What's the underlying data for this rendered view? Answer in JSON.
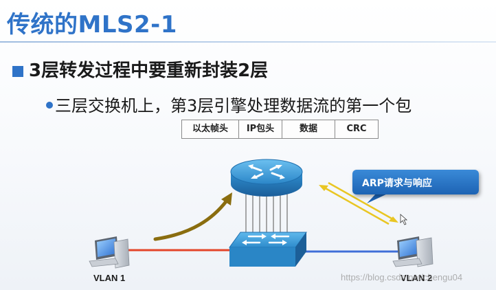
{
  "slide": {
    "title": "传统的MLS2-1",
    "bullet_main": "3层转发过程中要重新封装2层",
    "bullet_sub": "三层交换机上，第3层引擎处理数据流的第一个包"
  },
  "frame_fields": [
    "以太帧头",
    "IP包头",
    "数据",
    "CRC"
  ],
  "callout": {
    "text": "ARP请求与响应"
  },
  "hosts": [
    {
      "label": "VLAN 1"
    },
    {
      "label": "VLAN 2"
    }
  ],
  "watermark": "https://blog.csdn.net/chengu04",
  "colors": {
    "title": "#2f73c8",
    "vlan1_link": "#e3452a",
    "vlan2_link": "#3f6fd8",
    "arrow_brown": "#8a6d0f",
    "arp_arrows": "#e9c623",
    "device_blue": "#2f8fd0",
    "callout": "#1d63b4"
  },
  "icons": [
    "router-icon",
    "switch-icon",
    "pc-icon",
    "cursor-icon"
  ]
}
